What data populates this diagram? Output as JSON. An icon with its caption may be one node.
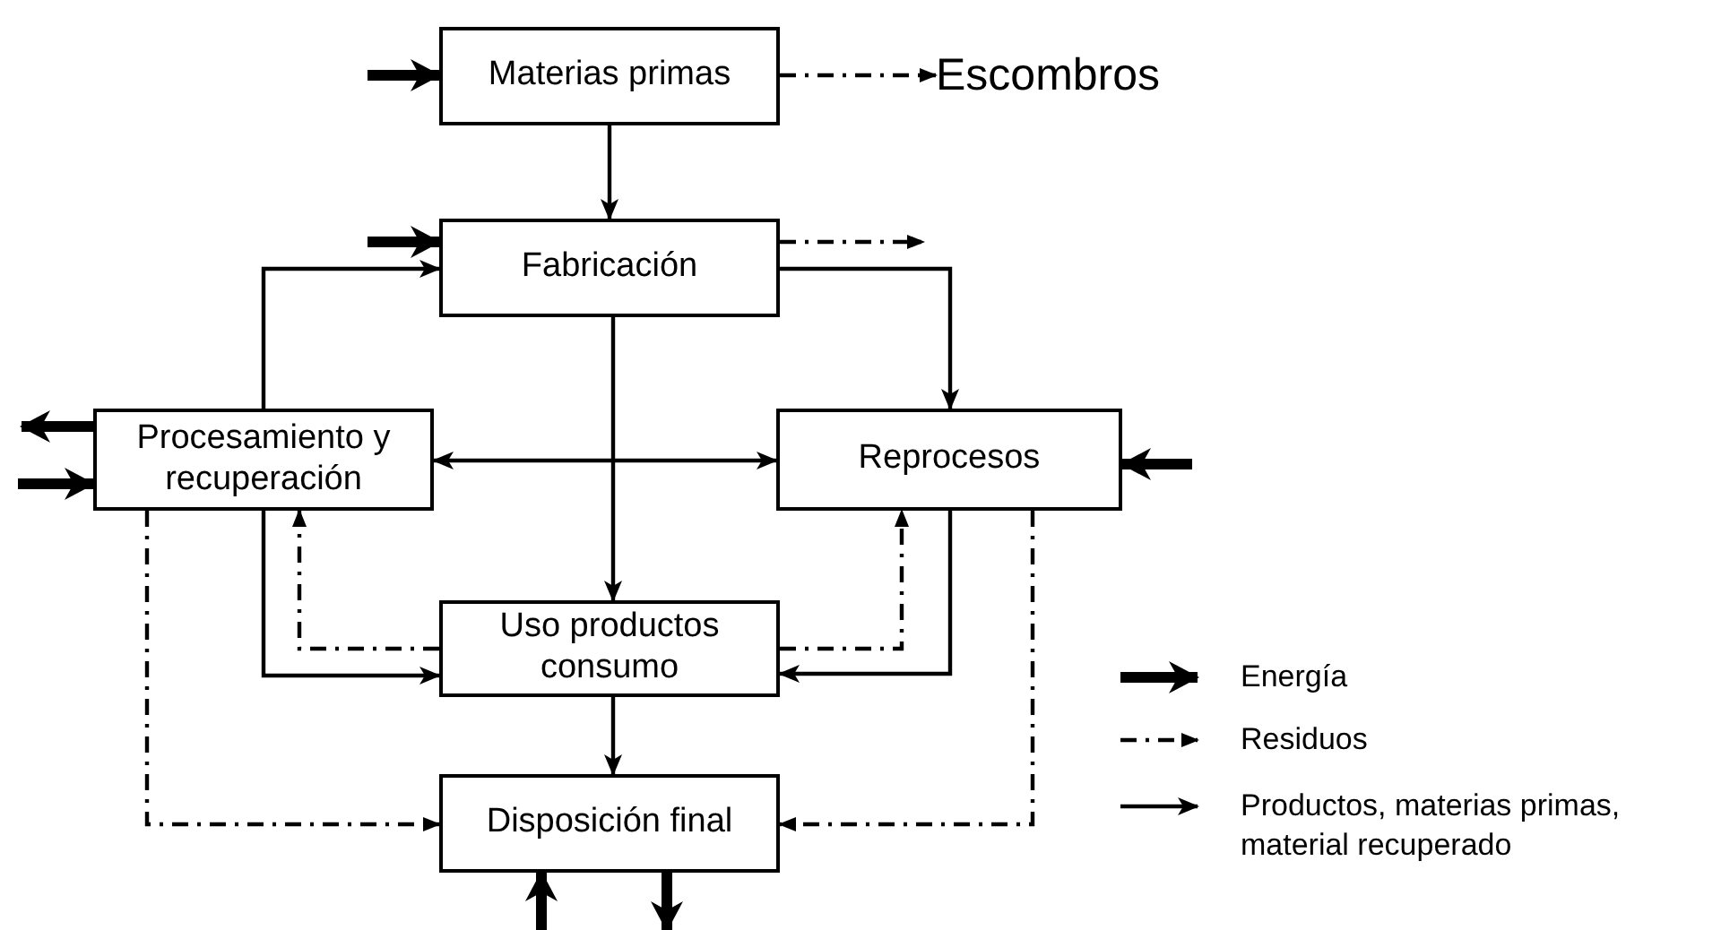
{
  "diagram": {
    "nodes": [
      {
        "text": [
          "Materias primas"
        ]
      },
      {
        "text": [
          "Fabricación"
        ]
      },
      {
        "text": [
          "Procesamiento y recuperación"
        ]
      },
      {
        "text": [
          "Reprocesos"
        ]
      },
      {
        "text": [
          "Uso productos consumo"
        ]
      },
      {
        "text": [
          "Disposición final"
        ]
      },
      {
        "text": [
          "Escombros"
        ]
      }
    ],
    "edges": [
      {
        "from": null,
        "to": 0,
        "arrow": "to",
        "style": "thick"
      },
      {
        "from": 0,
        "to": 6,
        "arrow": "to",
        "style": "dashed"
      },
      {
        "from": 0,
        "to": 1,
        "arrow": "to"
      },
      {
        "from": null,
        "to": 1,
        "arrow": "to",
        "style": "thick"
      },
      {
        "from": 1,
        "to": null,
        "arrow": "to",
        "style": "dashed"
      },
      {
        "from": 2,
        "to": 1,
        "arrow": "to"
      },
      {
        "from": 1,
        "to": 3,
        "arrow": "to"
      },
      {
        "from": 1,
        "to": 4,
        "arrow": "to"
      },
      {
        "from": 2,
        "to": 3,
        "arrow": "both"
      },
      {
        "from": 2,
        "to": null,
        "arrow": "to",
        "style": "thick"
      },
      {
        "from": null,
        "to": 2,
        "arrow": "to",
        "style": "thick"
      },
      {
        "from": null,
        "to": 3,
        "arrow": "to",
        "style": "thick"
      },
      {
        "from": 2,
        "to": 4,
        "arrow": "to"
      },
      {
        "from": 4,
        "to": 2,
        "arrow": "to",
        "style": "dashed"
      },
      {
        "from": 3,
        "to": 4,
        "arrow": "to"
      },
      {
        "from": 4,
        "to": 3,
        "arrow": "to",
        "style": "dashed"
      },
      {
        "from": 4,
        "to": 5,
        "arrow": "to"
      },
      {
        "from": 2,
        "to": 5,
        "arrow": "to",
        "style": "dashed"
      },
      {
        "from": 3,
        "to": 5,
        "arrow": "to",
        "style": "dashed"
      },
      {
        "from": null,
        "to": 5,
        "arrow": "to",
        "style": "thick"
      },
      {
        "from": 5,
        "to": null,
        "arrow": "to",
        "style": "thick"
      }
    ],
    "legend": [
      {
        "text": "Energía"
      },
      {
        "text": "Residuos"
      },
      {
        "text": "Productos, materias primas, material recuperado"
      }
    ]
  }
}
